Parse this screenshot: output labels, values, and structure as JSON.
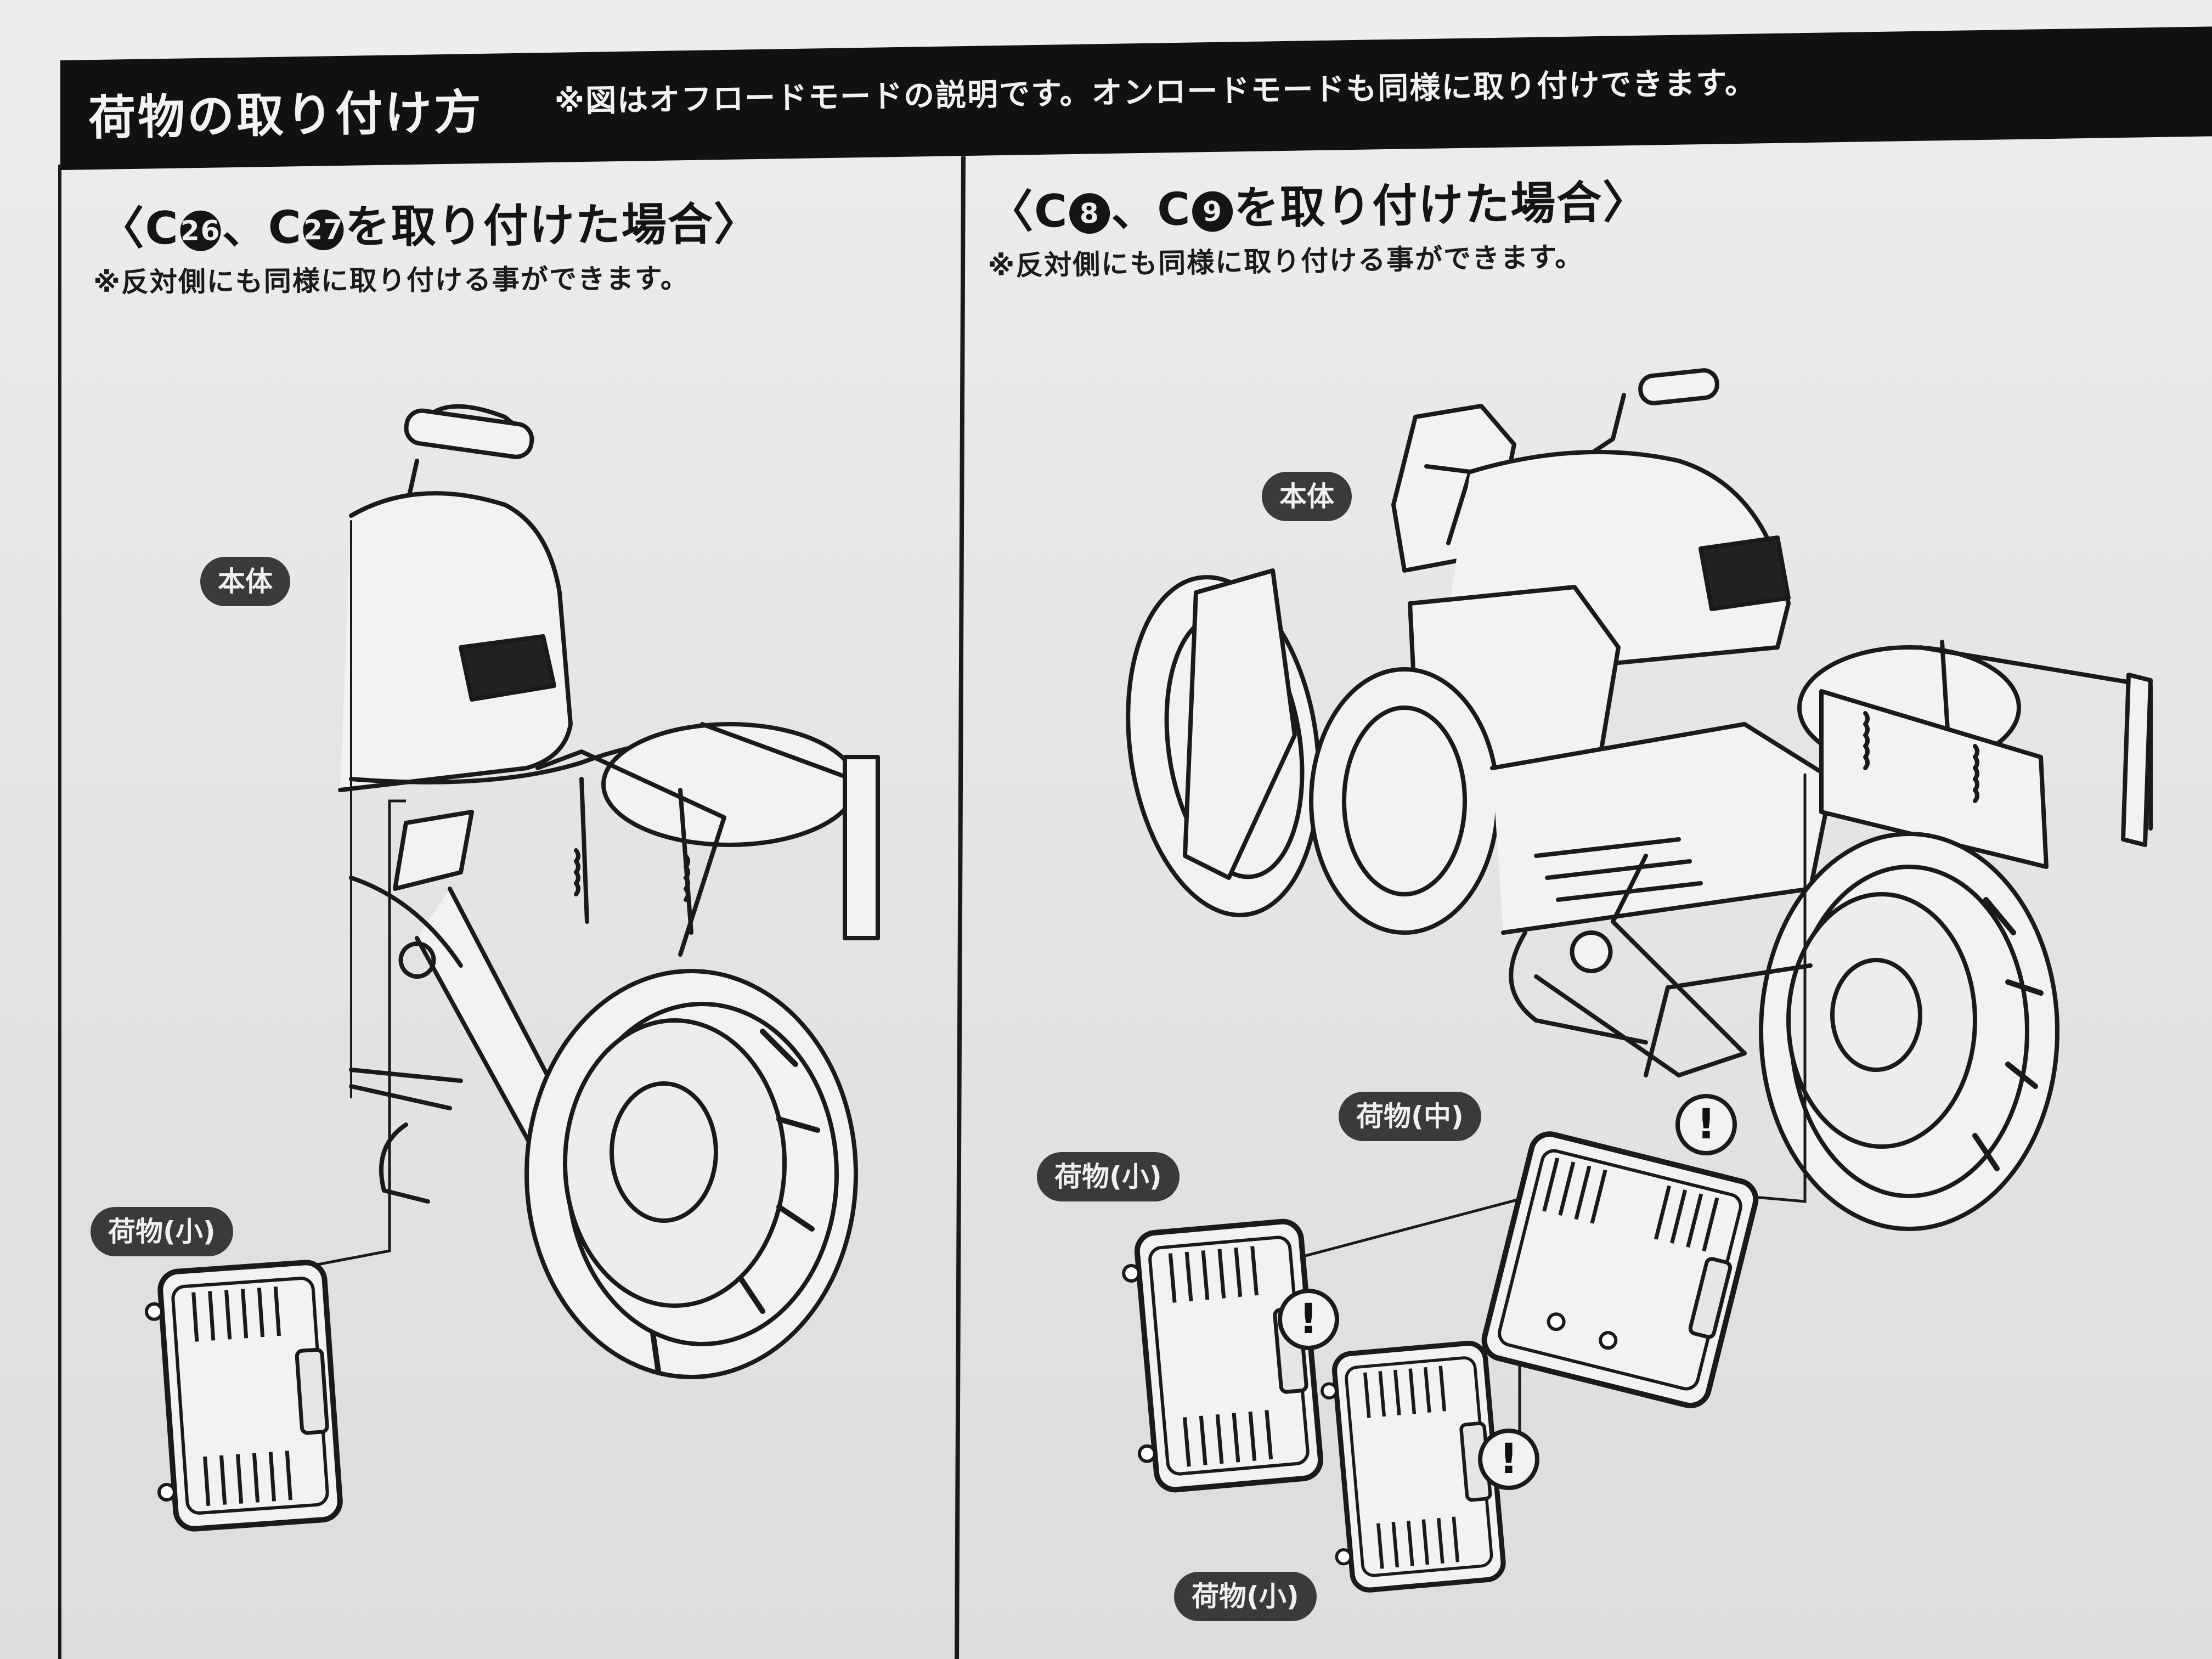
{
  "header": {
    "title": "荷物の取り付け方",
    "note": "※図はオフロードモードの説明です。オンロードモードも同様に取り付けできます。"
  },
  "left_panel": {
    "title_prefix": "〈C",
    "part_a": "26",
    "title_mid": "、C",
    "part_b": "27",
    "title_suffix": "を取り付けた場合〉",
    "note": "※反対側にも同様に取り付ける事ができます。",
    "labels": {
      "body": "本体",
      "cargo_small": "荷物(小)"
    }
  },
  "right_panel": {
    "title_prefix": "〈C",
    "part_a": "8",
    "title_mid": "、C",
    "part_b": "9",
    "title_suffix": "を取り付けた場合〉",
    "note": "※反対側にも同様に取り付ける事ができます。",
    "labels": {
      "body": "本体",
      "cargo_medium": "荷物(中)",
      "cargo_small_top": "荷物(小)",
      "cargo_small_bottom": "荷物(小)"
    }
  },
  "alert_mark": "!"
}
